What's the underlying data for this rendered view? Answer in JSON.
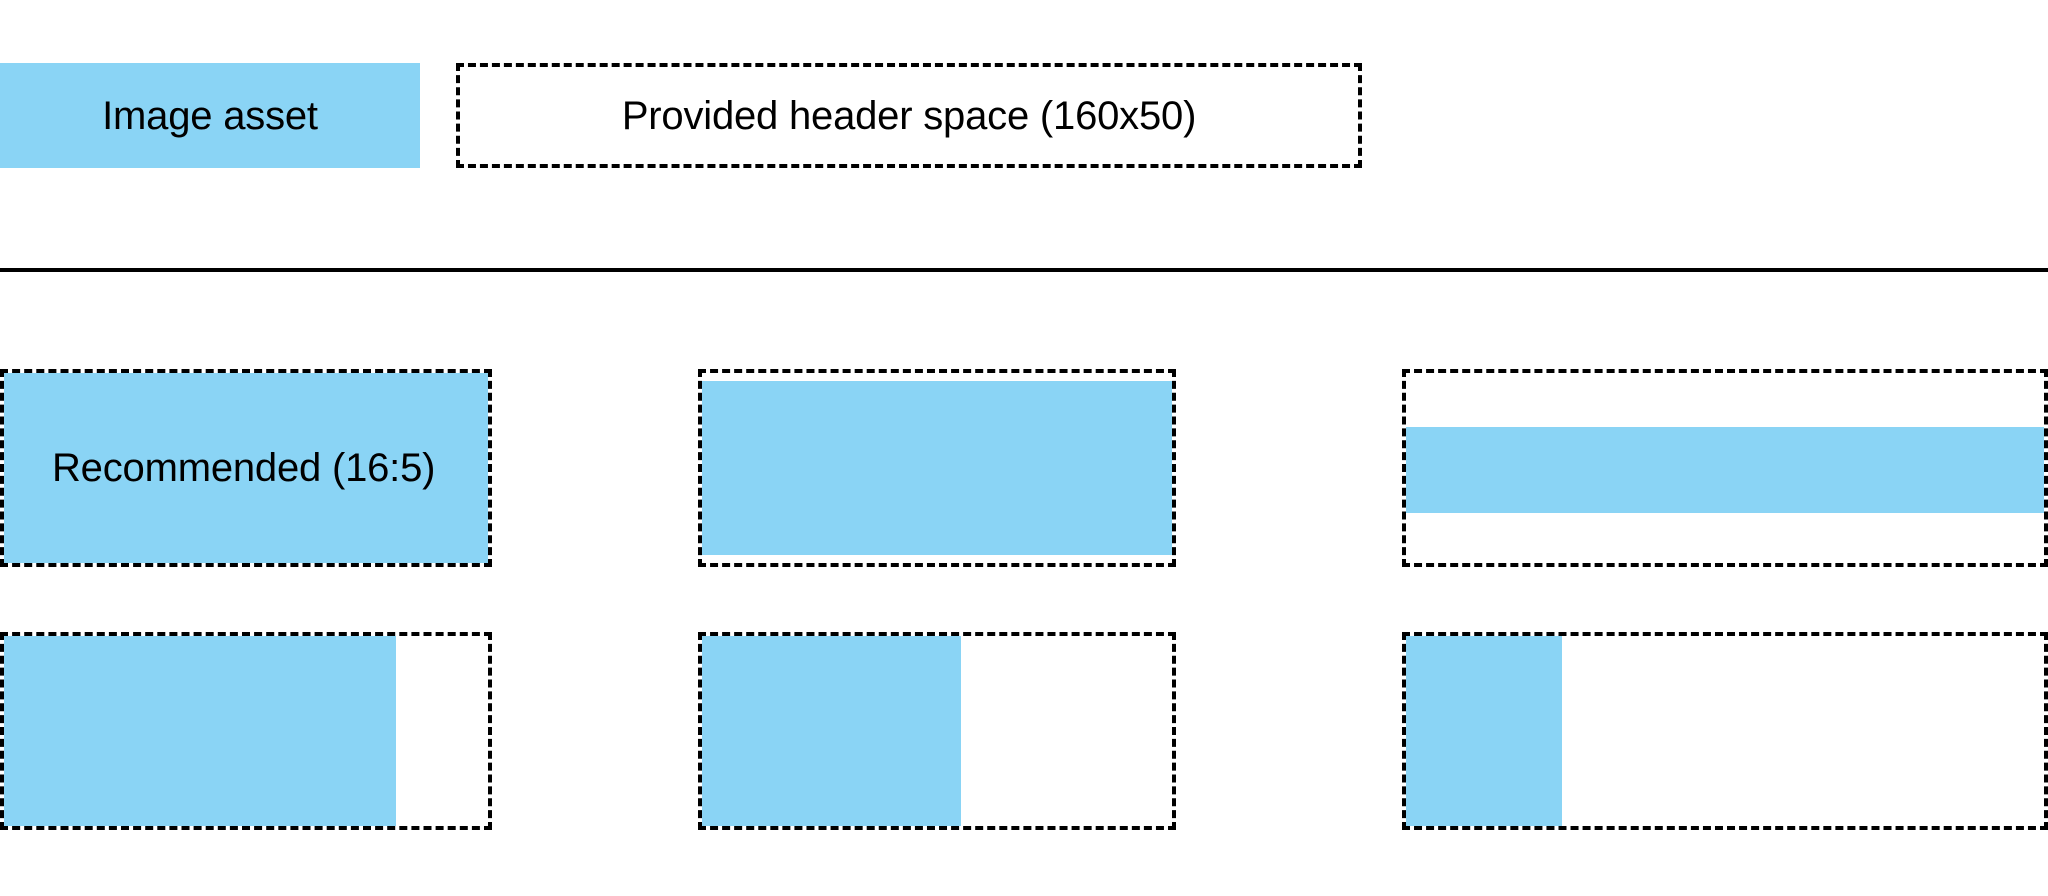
{
  "colors": {
    "accent_blue": "#8ad4f5",
    "stroke": "#000000",
    "background": "#ffffff"
  },
  "header": {
    "asset_label": "Image asset",
    "provided_space_label": "Provided header space (160x50)"
  },
  "divider": {
    "present": true
  },
  "grid": {
    "rows": [
      {
        "name": "row-1",
        "cells": [
          {
            "name": "recommended-ratio",
            "label": "Recommended (16:5)",
            "fill": "full"
          },
          {
            "name": "ratio-inset-vertical",
            "label": "",
            "fill": "inset-vertical"
          },
          {
            "name": "ratio-band-centered",
            "label": "",
            "fill": "band"
          }
        ]
      },
      {
        "name": "row-2",
        "cells": [
          {
            "name": "ratio-partial-wide",
            "label": "",
            "fill": "width-81"
          },
          {
            "name": "ratio-partial-medium",
            "label": "",
            "fill": "width-55"
          },
          {
            "name": "ratio-partial-narrow",
            "label": "",
            "fill": "width-25"
          }
        ]
      }
    ]
  }
}
